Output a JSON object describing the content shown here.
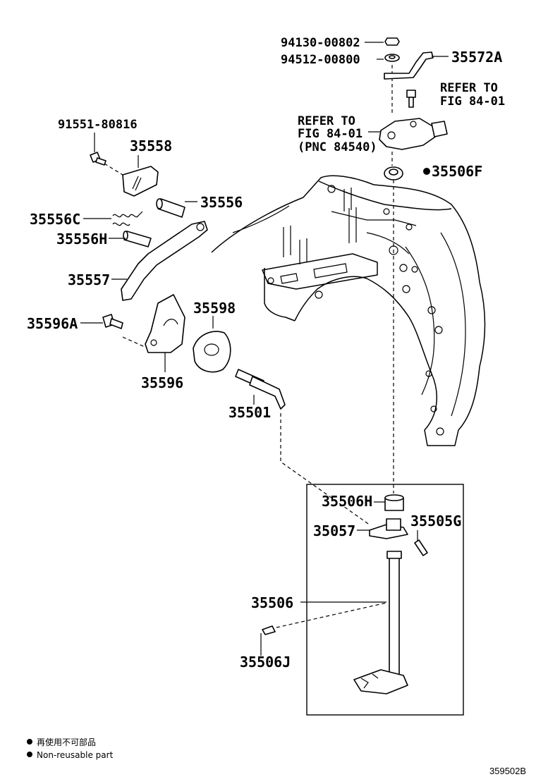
{
  "labels": {
    "p94130": "94130-00802",
    "p94512": "94512-00800",
    "p35572A": "35572A",
    "refer1_a": "REFER TO",
    "refer1_b": "FIG 84-01",
    "refer2_a": "REFER TO",
    "refer2_b": "FIG 84-01",
    "refer2_c": "(PNC 84540)",
    "p91551": "91551-80816",
    "p35558": "35558",
    "p35506F": "35506F",
    "p35556": "35556",
    "p35556C": "35556C",
    "p35556H": "35556H",
    "p35557": "35557",
    "p35598": "35598",
    "p35596A": "35596A",
    "p35596": "35596",
    "p35501": "35501",
    "p35506H": "35506H",
    "p35505G": "35505G",
    "p35057": "35057",
    "p35506": "35506",
    "p35506J": "35506J"
  },
  "legend": {
    "line1": "再使用不可部品",
    "line2": "Non-reusable part"
  },
  "figure_code": "359502B"
}
